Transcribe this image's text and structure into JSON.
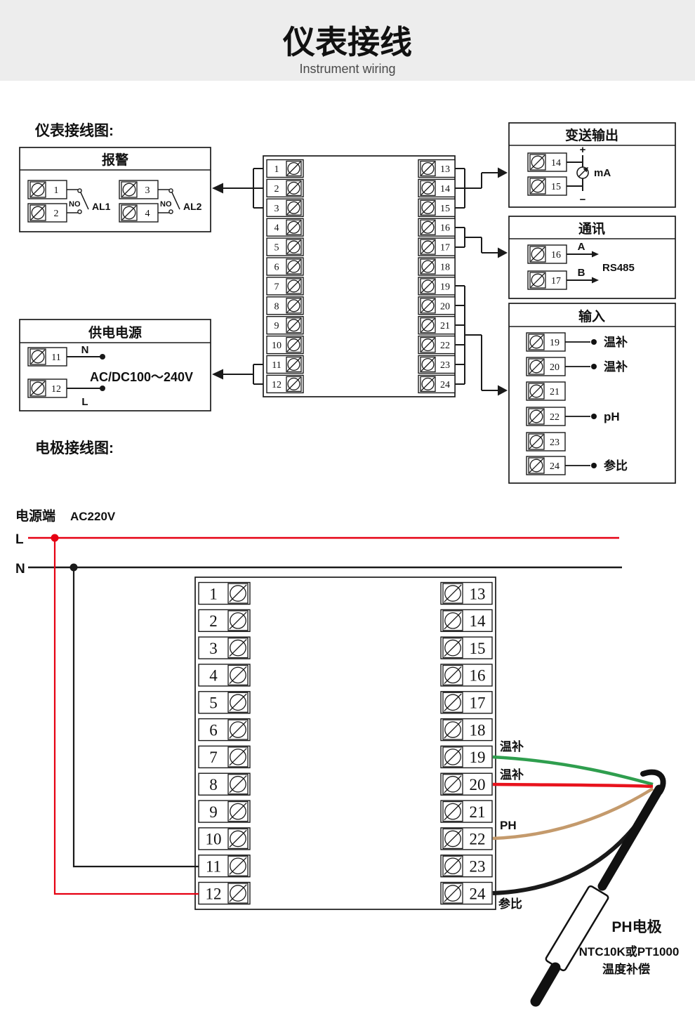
{
  "header": {
    "title": "仪表接线",
    "subtitle": "Instrument wiring"
  },
  "labels": {
    "instrument_diagram": "仪表接线图:",
    "electrode_diagram": "电极接线图:"
  },
  "alarm": {
    "title": "报警",
    "terminals": [
      "1",
      "2",
      "3",
      "4"
    ],
    "switch1": {
      "no": "NO",
      "label": "AL1"
    },
    "switch2": {
      "no": "NO",
      "label": "AL2"
    }
  },
  "power": {
    "title": "供电电源",
    "terminals": [
      "11",
      "12"
    ],
    "neutral": "N",
    "live": "L",
    "voltage": "AC/DC100～240V"
  },
  "output": {
    "title": "变送输出",
    "terminals": [
      "14",
      "15"
    ],
    "plus": "+",
    "minus": "−",
    "unit": "mA"
  },
  "comm": {
    "title": "通讯",
    "terminals": [
      "16",
      "17"
    ],
    "line_a": "A",
    "line_b": "B",
    "protocol": "RS485"
  },
  "input": {
    "title": "输入",
    "terminals": [
      {
        "num": "19",
        "label": "温补"
      },
      {
        "num": "20",
        "label": "温补"
      },
      {
        "num": "21",
        "label": ""
      },
      {
        "num": "22",
        "label": "pH"
      },
      {
        "num": "23",
        "label": ""
      },
      {
        "num": "24",
        "label": "参比"
      }
    ]
  },
  "upper_block": {
    "left": [
      "1",
      "2",
      "3",
      "4",
      "5",
      "6",
      "7",
      "8",
      "9",
      "10",
      "11",
      "12"
    ],
    "right": [
      "13",
      "14",
      "15",
      "16",
      "17",
      "18",
      "19",
      "20",
      "21",
      "22",
      "23",
      "24"
    ]
  },
  "lower_block": {
    "left": [
      "1",
      "2",
      "3",
      "4",
      "5",
      "6",
      "7",
      "8",
      "9",
      "10",
      "11",
      "12"
    ],
    "right": [
      "13",
      "14",
      "15",
      "16",
      "17",
      "18",
      "19",
      "20",
      "21",
      "22",
      "23",
      "24"
    ],
    "wires": [
      {
        "terminal": "19",
        "label": "温补",
        "color": "#2f9e4e"
      },
      {
        "terminal": "20",
        "label": "温补",
        "color": "#e8131d"
      },
      {
        "terminal": "22",
        "label": "PH",
        "color": "#c49a6c"
      },
      {
        "terminal": "24",
        "label": "参比",
        "color": "#1a1a1a"
      }
    ]
  },
  "mains": {
    "label": "电源端",
    "voltage": "AC220V",
    "live": "L",
    "neutral": "N",
    "live_color": "#e60012",
    "neutral_color": "#1a1a1a"
  },
  "electrode": {
    "name": "PH电极",
    "note_line1": "NTC10K或PT1000",
    "note_line2": "温度补偿"
  }
}
